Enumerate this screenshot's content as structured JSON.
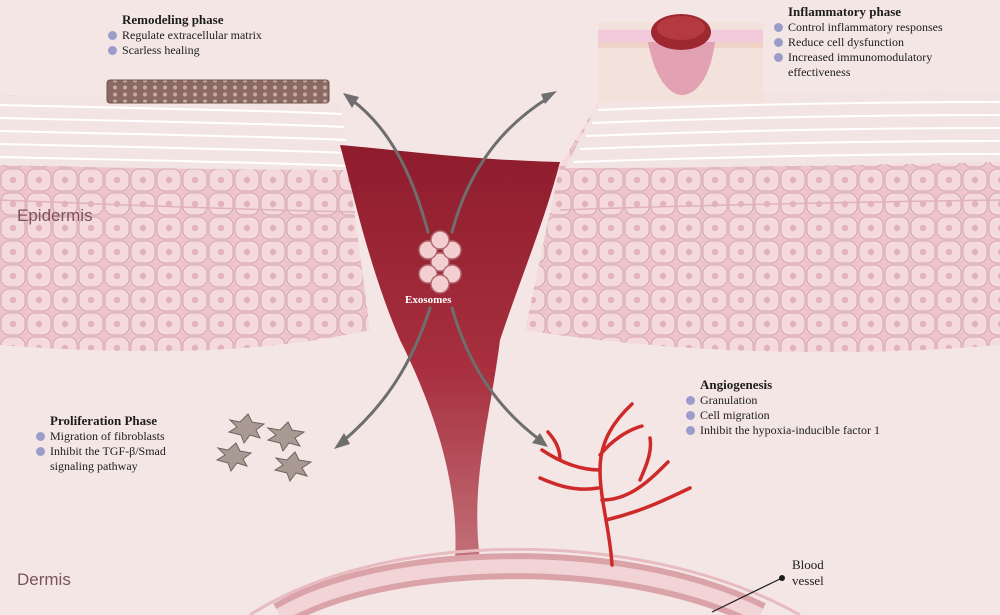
{
  "layers": {
    "epidermis": "Epidermis",
    "dermis": "Dermis"
  },
  "center_label": "Exosomes",
  "blood_vessel": {
    "line1": "Blood",
    "line2": "vessel"
  },
  "remodeling": {
    "title": "Remodeling phase",
    "items": [
      "Regulate extracellular matrix",
      "Scarless healing"
    ]
  },
  "inflammatory": {
    "title": "Inflammatory phase",
    "items": [
      "Control inflammatory responses",
      "Reduce cell dysfunction",
      "Increased immunomodulatory"
    ],
    "continuation": "effectiveness"
  },
  "proliferation": {
    "title": "Proliferation Phase",
    "items": [
      "Migration of fibroblasts",
      "Inhibit the TGF-β/Smad"
    ],
    "continuation": "signaling pathway"
  },
  "angiogenesis": {
    "title": "Angiogenesis",
    "items": [
      "Granulation",
      "Cell migration",
      "Inhibit the hypoxia-inducible factor 1"
    ]
  },
  "colors": {
    "wound": "#a4283a",
    "vessel": "#cf2a2a",
    "arrow": "#6e6e6e",
    "bullet": "#9a9dc9"
  }
}
